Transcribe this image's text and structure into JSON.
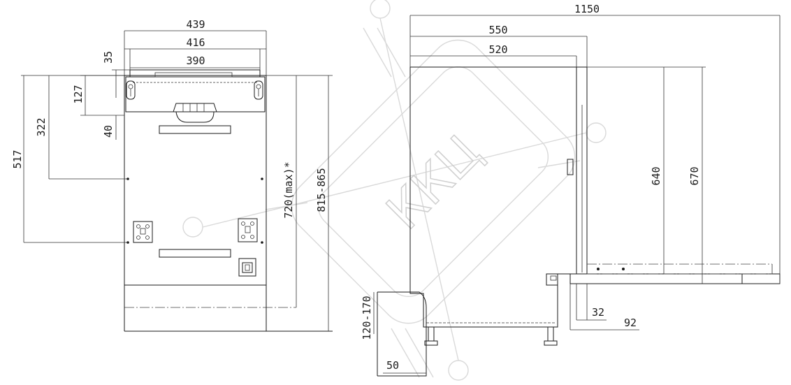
{
  "watermark": {
    "text": "ККЦ"
  },
  "front_view": {
    "dimensions": {
      "width_439": "439",
      "width_416": "416",
      "width_390": "390",
      "gap_35": "35",
      "h_127": "127",
      "h_40": "40",
      "h_322": "322",
      "h_517": "517",
      "h_720": "720(max)*",
      "h_815_865": "815-865"
    }
  },
  "side_view": {
    "dimensions": {
      "depth_1150": "1150",
      "depth_550": "550",
      "depth_520": "520",
      "h_640": "640",
      "h_670": "670",
      "d_32": "32",
      "d_92": "92",
      "plinth_120_170": "120-170",
      "plinth_50": "50"
    }
  }
}
